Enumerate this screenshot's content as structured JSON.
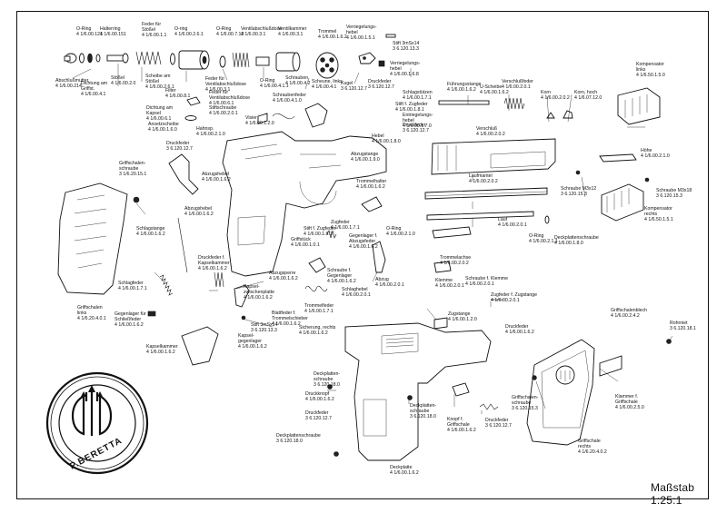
{
  "sheet": {
    "scale_text": "Maßstab   1:25:1",
    "logo_text": "P.BERETTA"
  },
  "labels": [
    "Abschlußmutter\n4 1/6.00.214",
    "O-Ring\n4 1/6.00.121",
    "Halterring\n4 1/6.00.151",
    "Dichtung am\nGriffst.\n4 1/6.00.4.1",
    "Stößel\n4 1/6.00.2.0",
    "Feder für\nStößel\n4 1/6.00.1.1",
    "O-ring\n4 1/6.00.2.6.1",
    "Scheibe am\nStößel\n4 1/6.00.2.6.1",
    "Filter\n4 1/6.00.8.1",
    "Dichtung am\nKapsel\n4 1/6.00.6.1",
    "O-Ring\n4 1/6.00.7.12",
    "Feder für\nVentilabschlußdose\n4 1/6.00.3.1",
    "Ventilabschlußdose\n4 1/6.00.3.1",
    "Ventilkammer\n4 1/6.00.3.1",
    "Trommel\n4 1/6.00.1.6.2",
    "Verriegelungs-\nhebel\n4 1/6.00.1.5.1",
    "Stift 3mSx14\n3 6.120.13.3",
    "Verriegelungs-\nhebel\n4 1/6.00.1.6.8",
    "Kompensator\nlinks\n4 1/6.50.1.5.0",
    "O-Ring\n4 1/6.00.4.1.1",
    "Feder für\nVentilabschlußdose\n4 1/6.00.6.1",
    "Schrauben\n4 1/6.00.4.2",
    "Scheune, links\n4 1/6.00.4.1",
    "Schraubenfeder\n4 1/6.00.4.1.0",
    "Ansetzscheibe\n4 1/6.00.1.6.0",
    "Stiftschraube\n4 1/6.00.2.0.1",
    "Visier\n4 1/6.00.1.2.0",
    "Druckfeder\n3 6.120.12.7",
    "Kugel\n3 6.120.12.7",
    "Schlagstützen\n4 1/6.00.1.7.1",
    "Stift f. Zugfeder\n4 1/6.00.1.8.1",
    "Druckfeder\n3 6.120.12.7",
    "Führungsstange\n4 1/6.00.1.6.2",
    "U-Scheibe\n4 1/6.00.1.6.2",
    "Verschlußfeder\n4 1/6.00.2.0.1",
    "Korn\n4 1/6.00.2.0.2",
    "Korn, hoch\n4 1/6.07.12.0",
    "Entriegelungs-\nhebel\n4 1/6.00.1.7.0",
    "Hahnsp.\n4 1/6.00.2.1.0",
    "Hebel\n4 1/6.00.1.8.0",
    "Abzugstange\n4 1/6.00.1.9.0",
    "Verschluß\n4 1/6.00.2.0.2",
    "Griffschalen-\nschraube\n3 1/6.20.15.1",
    "Höhe\n4 1/6.00.2.1.0",
    "Druckfeder\n3 6.120.12.7",
    "Kompensator\nrechts\n4 1/6.50.1.5.1",
    "Schraube M3x18\n3 6.120.15.3",
    "Schraube M3x12\n3 6.120.15.3",
    "Abzugshebel\n4 1/6.00.1.6.2",
    "Trommelhalter\n4 1/6.00.1.6.2",
    "Abzugshebel\n4 1/6.00.1.6.2",
    "Laufmantel\n4 1/6.00.2.0.2",
    "Griffschalen\nlinks\n4 1/6.20.4.0.1",
    "Schlagstange\n4 1/6.00.1.6.2",
    "Zugfeder\n4 1/6.00.1.7.1",
    "Stift f. Zugfeder\n4 1/6.00.1.8.1",
    "Griffstück\n4 1/6.00.1.0.1",
    "Gegenlager f.\nAbzugsfeder\n4 1/6.00.1.6.2",
    "O-Ring\n4 1/6.00.2.1.0",
    "Lauf\n4 1/6.00.2.0.1",
    "O-Ring\n4 1/6.00.2.1.1",
    "Deckplattenschraube\n4 1/6.00.1.8.0",
    "Schlagfeder\n4 1/6.00.1.7.1",
    "Druckfeder f.\nKapselkammer\n4 1/6.00.1.6.2",
    "Abzugsperre\n4 1/6.00.1.6.2",
    "Schraube f.\nGegenlager\n4 1/6.00.1.6.2",
    "Schlaghebel\n4 1/6.00.2.0.1",
    "Trommelachse\n4 1/6.00.2.0.2",
    "Schraube f. Klemme\n4 1/6.00.2.0.1",
    "Klemme\n4 1/6.00.2.0.1",
    "Abzug\n4 1/6.00.2.0.1",
    "Zugfeder f. Zugstange\n4 1/6.00.2.0.1",
    "Gegenlager für\nSchließfeder\n4 1/6.00.1.6.2",
    "Kapsel-\nzwischenplatte\n4 1/6.00.1.6.2",
    "Kapselkammer\n4 1/6.00.1.6.2",
    "Trommelfeder\n4 1/6.00.1.7.1",
    "Blattfeder f.\nTrommelschieber\n4 1/6.00.1.6.2",
    "Sicherung, rechts\n4 1/6.00.1.6.2",
    "Stift 3mSx14\n3 6.120.13.3",
    "Zugstange\n4 1/6.00.1.2.0",
    "Kapsel-\ngegenlager\n4 1/6.00.1.6.2",
    "Druckfeder\n4 1/6.00.1.6.2",
    "Griffschalenblech\n4 1/6.00.2.4.2",
    "Rohrniet\n3 6.120.18.1",
    "Deckplatten-\nschraube\n3 6.120.18.0",
    "Druckknopf\n4 1/6.00.1.6.2",
    "Druckfeder\n3 6.120.12.7",
    "Deckplatten-\nschraube\n3 6.120.18.0",
    "Knopf f.\nGriffschale\n4 1/6.00.1.6.2",
    "Druckfeder\n3 6.120.12.7",
    "Griffschalen-\nschraube\n3 6.120.15.3",
    "Klammer f.\nGriffschale\n4 1/6.00.2.5.0",
    "Deckplattenschraube\n3 6.120.18.0",
    "Deckplatte\n4 1/6.00.1.6.2",
    "Griffschale\nrechts\n4 1/6.20.4.0.2"
  ]
}
